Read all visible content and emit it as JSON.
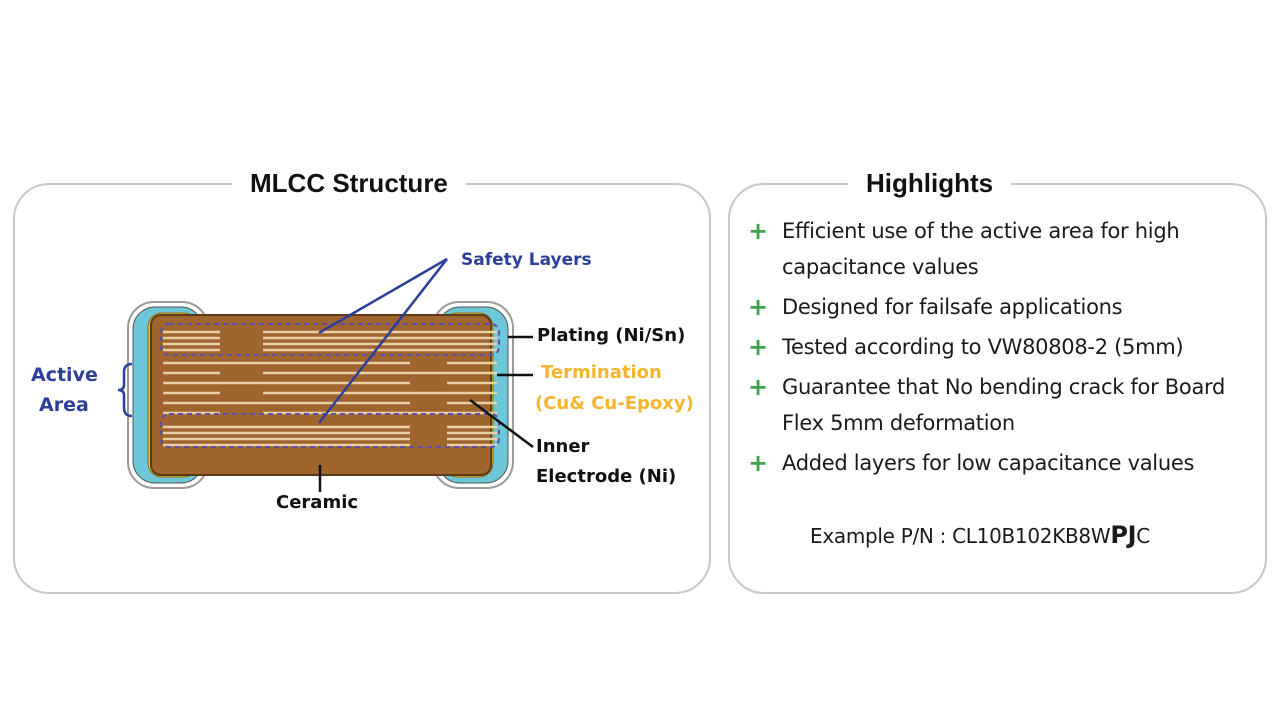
{
  "structure": {
    "title": "MLCC Structure",
    "labels": {
      "safety_layers": "Safety Layers",
      "active_area_line1": "Active",
      "active_area_line2": "Area",
      "plating": "Plating (Ni/Sn)",
      "termination_line1": "Termination",
      "termination_line2": "(Cu& Cu-Epoxy)",
      "inner_electrode_line1": "Inner",
      "inner_electrode_line2": "Electrode (Ni)",
      "ceramic": "Ceramic"
    },
    "colors": {
      "ceramic": "#a0642e",
      "electrode": "#e9cfa6",
      "termination": "#f5c232",
      "plating": "#6cc7d9",
      "safety_dash": "#5b4fa8",
      "label_blue": "#2b3f9a",
      "label_orange": "#f7b52f"
    }
  },
  "highlights": {
    "title": "Highlights",
    "items": [
      "Efficient use of the active area for high capacitance values",
      "Designed for failsafe applications",
      "Tested according to VW80808-2 (5mm)",
      "Guarantee that No bending crack for Board Flex 5mm deformation",
      "Added layers for low capacitance values"
    ],
    "bullet_symbol": "+",
    "part_number_label": "Example P/N : ",
    "part_number_prefix": "CL10B102KB8W",
    "part_number_highlight": "PJ",
    "part_number_suffix": "C"
  }
}
